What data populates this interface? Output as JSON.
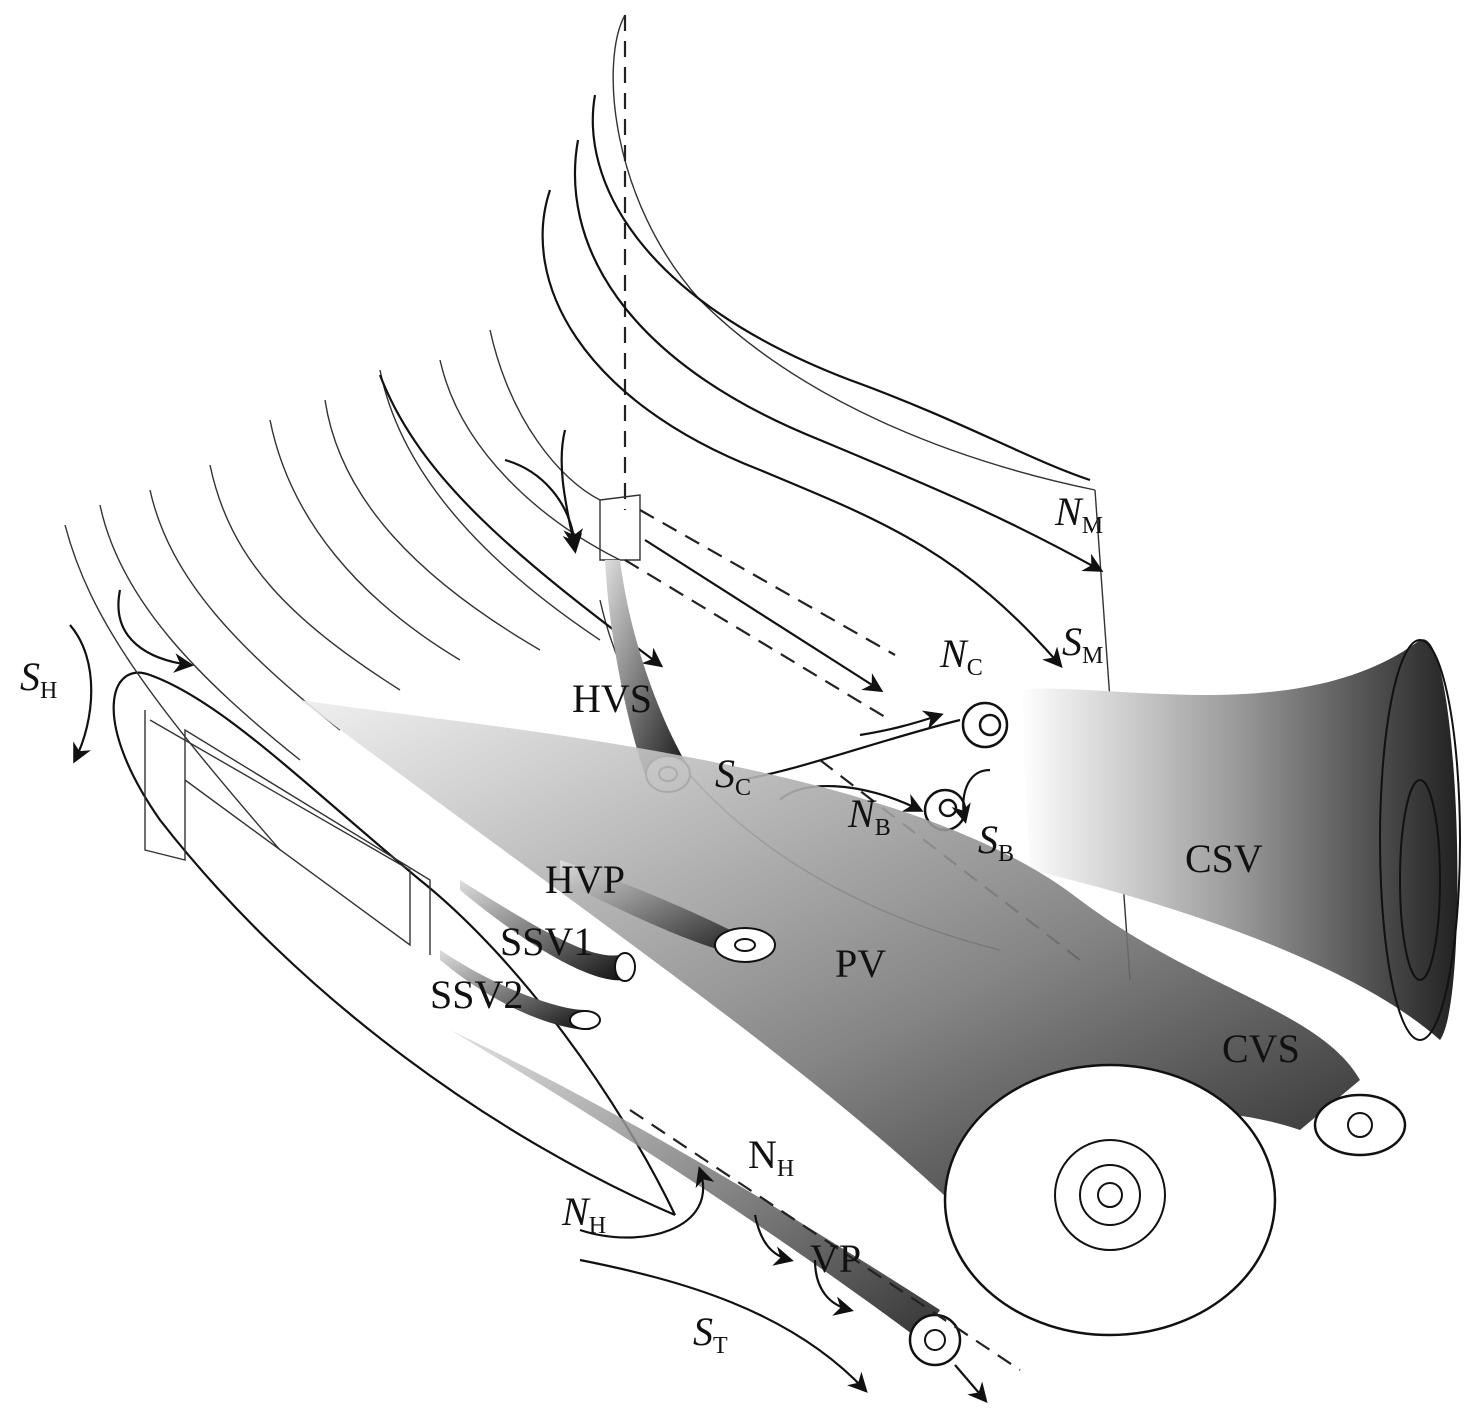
{
  "labels": {
    "sh": {
      "main": "S",
      "sub": "H"
    },
    "hvs": "HVS",
    "nm": {
      "main": "N",
      "sub": "M"
    },
    "sm": {
      "main": "S",
      "sub": "M"
    },
    "nc": {
      "main": "N",
      "sub": "C"
    },
    "sc": {
      "main": "S",
      "sub": "C"
    },
    "nb": {
      "main": "N",
      "sub": "B"
    },
    "sb": {
      "main": "S",
      "sub": "B"
    },
    "csv": "CSV",
    "hvp": "HVP",
    "ssv1": "SSV1",
    "ssv2": "SSV2",
    "pv": "PV",
    "cvs": "CVS",
    "nh_italic": {
      "main": "N",
      "sub": "H"
    },
    "nh_roman": {
      "main": "N",
      "sub": "H"
    },
    "vp": "VP",
    "st": {
      "main": "S",
      "sub": "T"
    }
  }
}
